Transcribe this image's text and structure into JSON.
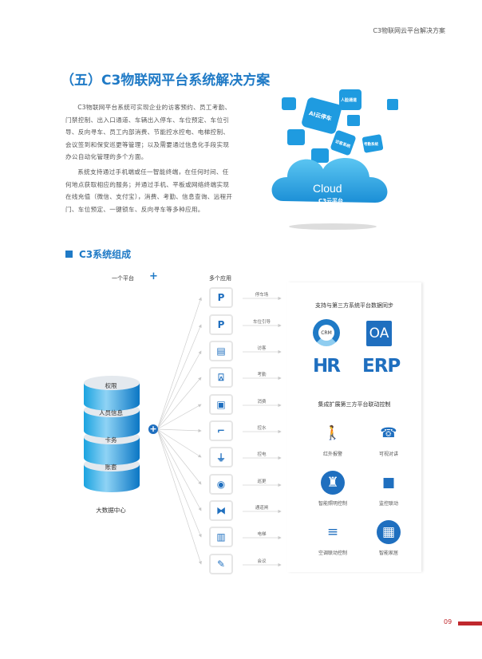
{
  "header": {
    "doc_title": "C3物联网云平台解决方案"
  },
  "title": "（五）C3物联网平台系统解决方案",
  "paragraphs": [
    "C3物联网平台系统可实现企业的访客预约、员工考勤、门禁控制、出入口通道、车辆出入停车、车位预定、车位引导、反向寻车、员工内部消费、节能控水控电、电梯控制、会议签到和保安巡更等管理；以及需要通过信息化手段实现办公自动化管理的多个方面。",
    "系统支持通过手机端或任一智能终端，在任何时间、任何地点获取相应的服务；并通过手机、平板或网络终端实现在线充值（微信、支付宝），消费、考勤、信息查询、远程开门、车位预定、一键锁车、反向寻车等多种应用。"
  ],
  "cloud": {
    "label_en": "Cloud",
    "label_cn": "C3云平台",
    "cubes": [
      "AI云停车",
      "人脸通道",
      "考勤系统",
      "访客系统"
    ]
  },
  "section": {
    "title": "C3系统组成"
  },
  "diagram": {
    "one_platform": "一个平台",
    "plus": "+",
    "multi_apps": "多个应用",
    "center_label": "大数据中心",
    "layers": [
      "权限",
      "人员信息",
      "卡务",
      "账套"
    ],
    "apps": [
      {
        "label": "停车场",
        "icon": "parking-icon",
        "glyph": "P"
      },
      {
        "label": "车位引导",
        "icon": "parking-guide-icon",
        "glyph": "P"
      },
      {
        "label": "访客",
        "icon": "visitor-icon",
        "glyph": "▤"
      },
      {
        "label": "考勤",
        "icon": "attendance-icon",
        "glyph": "⍓"
      },
      {
        "label": "消费",
        "icon": "consume-icon",
        "glyph": "▣"
      },
      {
        "label": "控水",
        "icon": "water-control-icon",
        "glyph": "⌐"
      },
      {
        "label": "控电",
        "icon": "power-plug-icon",
        "glyph": "⏚"
      },
      {
        "label": "巡更",
        "icon": "patrol-icon",
        "glyph": "◉"
      },
      {
        "label": "通道闸",
        "icon": "gate-icon",
        "glyph": "⧓"
      },
      {
        "label": "电梯",
        "icon": "elevator-icon",
        "glyph": "▥"
      },
      {
        "label": "会议",
        "icon": "meeting-icon",
        "glyph": "✎"
      }
    ]
  },
  "panel": {
    "sync_title": "支持与第三方系统平台数据同步",
    "sync": {
      "crm": "CRM",
      "oa": "OA",
      "hr": "HR",
      "erp": "ERP"
    },
    "link_title": "集成扩展第三方平台联动控制",
    "items": [
      {
        "label": "红外报警",
        "icon": "infrared-alarm-icon",
        "glyph": "🚶"
      },
      {
        "label": "可视对讲",
        "icon": "intercom-icon",
        "glyph": "☎"
      },
      {
        "label": "智能照明控制",
        "icon": "lighting-icon",
        "glyph": "♜"
      },
      {
        "label": "监控联动",
        "icon": "camera-icon",
        "glyph": "■"
      },
      {
        "label": "空调联动控制",
        "icon": "air-conditioner-icon",
        "glyph": "≡"
      },
      {
        "label": "智能家居",
        "icon": "smart-home-icon",
        "glyph": "▦"
      }
    ]
  },
  "footer": {
    "page_number": "09"
  }
}
